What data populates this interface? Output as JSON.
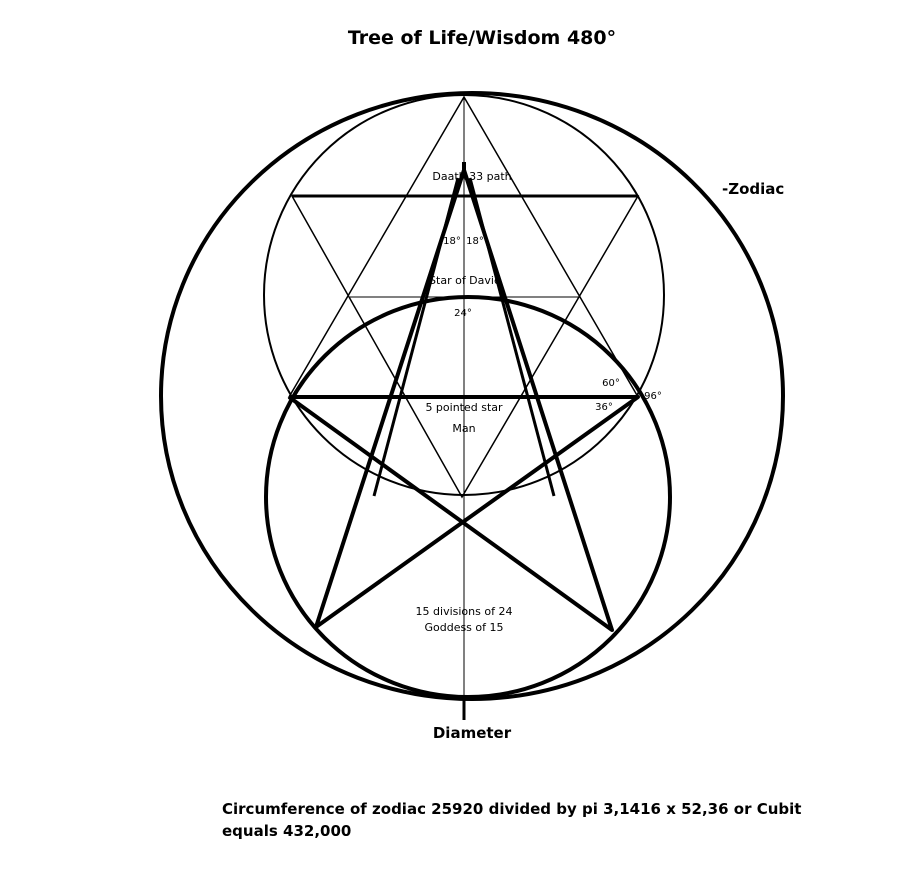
{
  "title": "Tree of Life/Wisdom 480°",
  "labels": {
    "daath": "Daath 33 path",
    "zodiac": "-Zodiac",
    "angle_18_left": "18°",
    "angle_18_right": "18°",
    "star_of_david": "Star of David",
    "angle_24": "24°",
    "angle_60": "60°",
    "angle_96": "96°",
    "angle_36": "36°",
    "five_pointed_star": "5 pointed star",
    "man": "Man",
    "divisions": "15 divisions of 24",
    "goddess": "Goddess of 15",
    "diameter": "Diameter"
  },
  "footer": {
    "line1": "Circumference of zodiac 25920 divided by pi 3,1416 x 52,36 or Cubit",
    "line2": "equals 432,000"
  }
}
